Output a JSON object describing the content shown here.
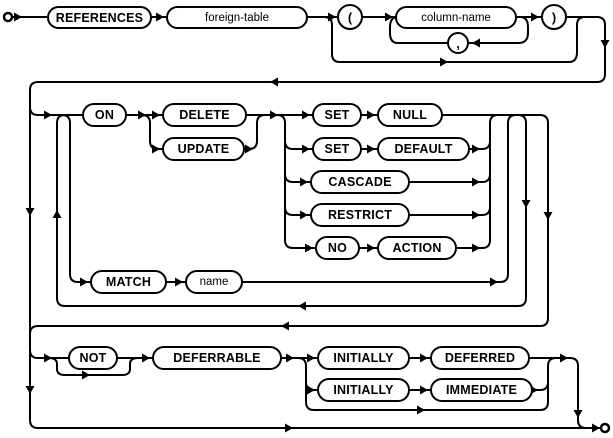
{
  "diagram": {
    "colors": {
      "line": "#000000",
      "background": "#ffffff",
      "node_fill": "#ffffff",
      "text": "#000000"
    },
    "nodes": {
      "references": {
        "label": "REFERENCES",
        "type": "keyword"
      },
      "foreign_table": {
        "label": "foreign-table",
        "type": "nonterminal"
      },
      "open_paren": {
        "label": "(",
        "type": "punctuation"
      },
      "column_name": {
        "label": "column-name",
        "type": "nonterminal"
      },
      "close_paren": {
        "label": ")",
        "type": "punctuation"
      },
      "comma": {
        "label": ",",
        "type": "punctuation"
      },
      "on": {
        "label": "ON",
        "type": "keyword"
      },
      "delete": {
        "label": "DELETE",
        "type": "keyword"
      },
      "update": {
        "label": "UPDATE",
        "type": "keyword"
      },
      "set_null_set": {
        "label": "SET",
        "type": "keyword"
      },
      "null": {
        "label": "NULL",
        "type": "keyword"
      },
      "set_default_set": {
        "label": "SET",
        "type": "keyword"
      },
      "default": {
        "label": "DEFAULT",
        "type": "keyword"
      },
      "cascade": {
        "label": "CASCADE",
        "type": "keyword"
      },
      "restrict": {
        "label": "RESTRICT",
        "type": "keyword"
      },
      "no": {
        "label": "NO",
        "type": "keyword"
      },
      "action": {
        "label": "ACTION",
        "type": "keyword"
      },
      "match": {
        "label": "MATCH",
        "type": "keyword"
      },
      "name": {
        "label": "name",
        "type": "nonterminal"
      },
      "not": {
        "label": "NOT",
        "type": "keyword"
      },
      "deferrable": {
        "label": "DEFERRABLE",
        "type": "keyword"
      },
      "initially_deferred_initially": {
        "label": "INITIALLY",
        "type": "keyword"
      },
      "deferred": {
        "label": "DEFERRED",
        "type": "keyword"
      },
      "initially_immediate_initially": {
        "label": "INITIALLY",
        "type": "keyword"
      },
      "immediate": {
        "label": "IMMEDIATE",
        "type": "keyword"
      }
    }
  }
}
